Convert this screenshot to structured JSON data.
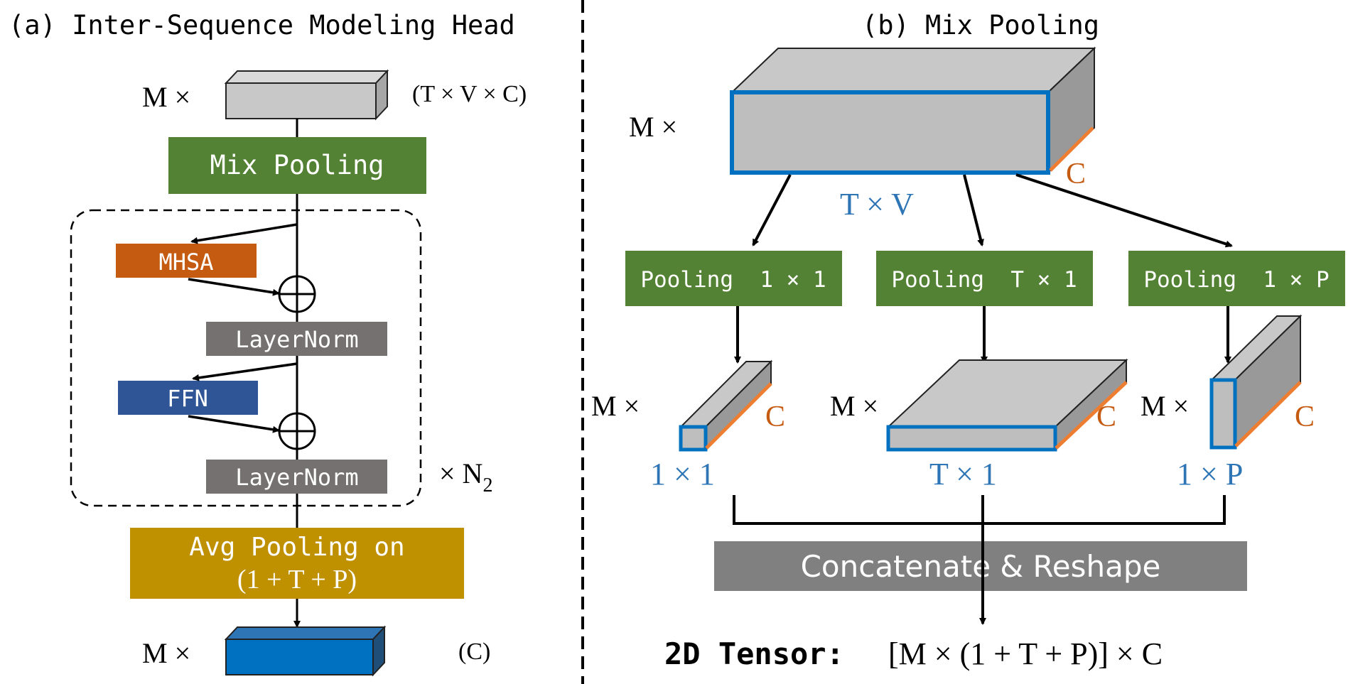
{
  "panel_a": {
    "title": "(a) Inter-Sequence Modeling Head",
    "input": {
      "mult": "M ×",
      "dims": "(T × V × C)"
    },
    "mix_pooling": "Mix Pooling",
    "mhsa": "MHSA",
    "layernorm_1": "LayerNorm",
    "ffn": "FFN",
    "layernorm_2": "LayerNorm",
    "repeat": {
      "prefix": "× N",
      "sub": "2"
    },
    "avg_pooling": {
      "line1": "Avg Pooling on",
      "line2": "(1 + T + P)"
    },
    "output": {
      "mult": "M ×",
      "dims": "(C)"
    }
  },
  "panel_b": {
    "title": "(b) Mix Pooling",
    "input": {
      "mult": "M ×",
      "face_label": "T × V",
      "depth_label": "C"
    },
    "pool_1": {
      "label": "Pooling  1 × 1",
      "mult": "M ×",
      "depth": "C",
      "face": "1 × 1"
    },
    "pool_2": {
      "label": "Pooling  T × 1",
      "mult": "M ×",
      "depth": "C",
      "face": "T × 1"
    },
    "pool_3": {
      "label": "Pooling  1 × P",
      "mult": "M ×",
      "depth": "C",
      "face": "1 × P"
    },
    "concat": "Concatenate & Reshape",
    "result": {
      "prefix": "2D Tensor:",
      "expr": "[M × (1 + T + P)] × C"
    }
  },
  "colors": {
    "green": "#548235",
    "orange": "#C55A11",
    "blue_ffn": "#2F5597",
    "gray_ln": "#767171",
    "gold": "#BF9000",
    "output_blue": "#0070C0",
    "face_blue": "#0070C0",
    "label_blue": "#2E75B6",
    "label_orange": "#C55A11",
    "edge_orange": "#ED7D31",
    "cube_gray": "#C8C8C8",
    "concat_gray": "#808080"
  }
}
